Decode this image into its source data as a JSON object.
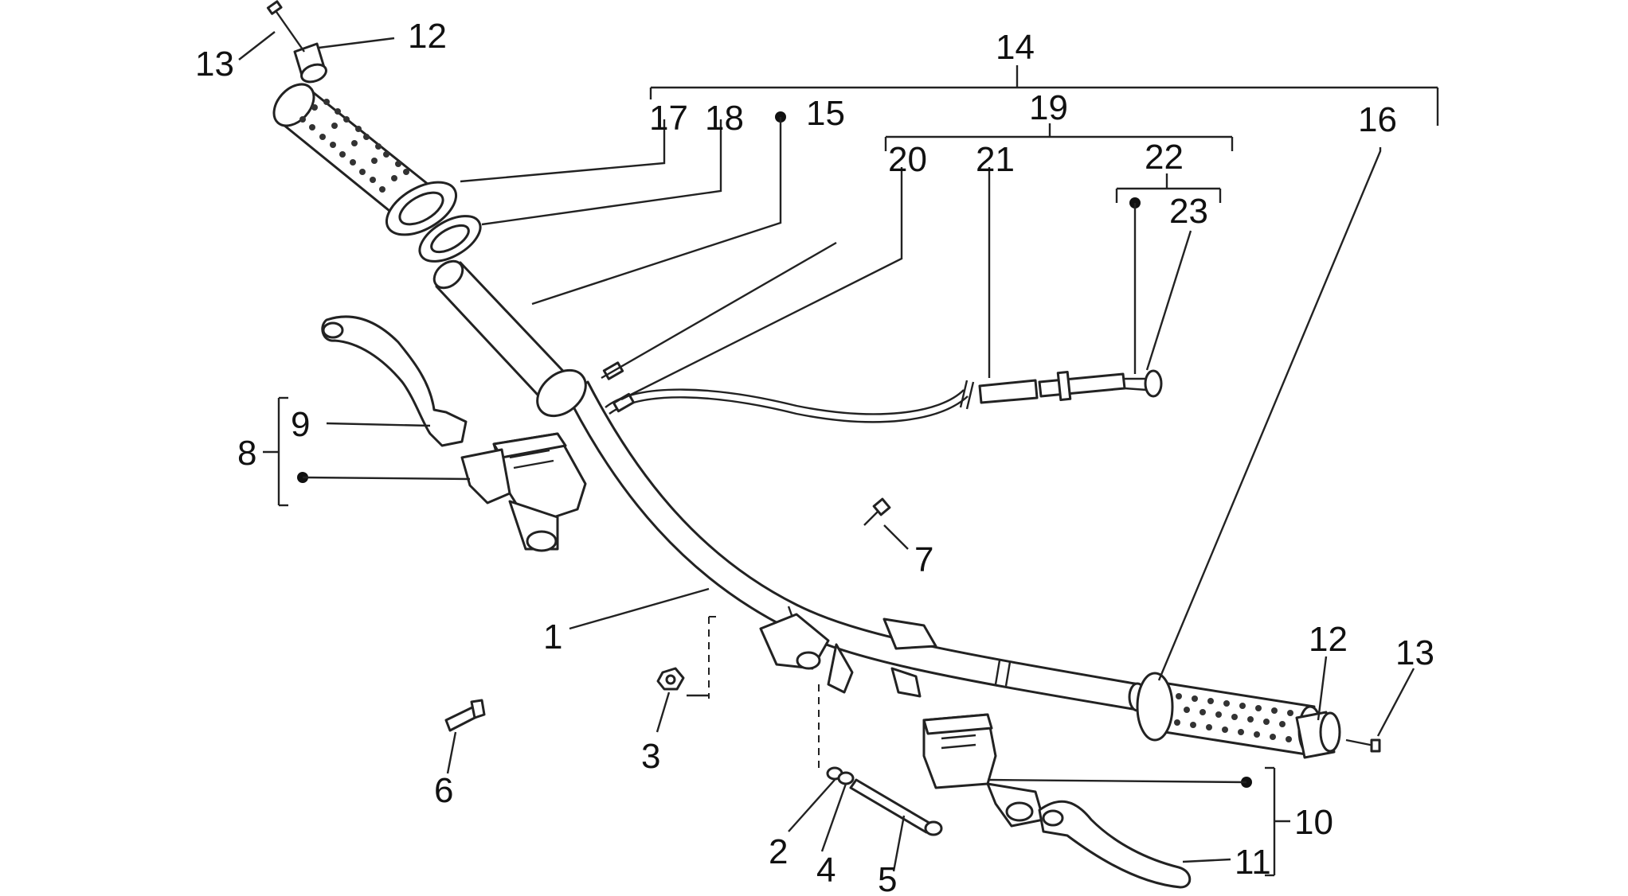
{
  "diagram": {
    "callouts": [
      {
        "id": "c13a",
        "text": "13"
      },
      {
        "id": "c12a",
        "text": "12"
      },
      {
        "id": "c14",
        "text": "14"
      },
      {
        "id": "c17",
        "text": "17"
      },
      {
        "id": "c18",
        "text": "18"
      },
      {
        "id": "c15",
        "text": "15"
      },
      {
        "id": "c19",
        "text": "19"
      },
      {
        "id": "c16",
        "text": "16"
      },
      {
        "id": "c20",
        "text": "20"
      },
      {
        "id": "c21",
        "text": "21"
      },
      {
        "id": "c22",
        "text": "22"
      },
      {
        "id": "c23",
        "text": "23"
      },
      {
        "id": "c9",
        "text": "9"
      },
      {
        "id": "c8",
        "text": "8"
      },
      {
        "id": "c7",
        "text": "7"
      },
      {
        "id": "c1",
        "text": "1"
      },
      {
        "id": "c12b",
        "text": "12"
      },
      {
        "id": "c13b",
        "text": "13"
      },
      {
        "id": "c3",
        "text": "3"
      },
      {
        "id": "c6",
        "text": "6"
      },
      {
        "id": "c2",
        "text": "2"
      },
      {
        "id": "c4",
        "text": "4"
      },
      {
        "id": "c5",
        "text": "5"
      },
      {
        "id": "c10",
        "text": "10"
      },
      {
        "id": "c11",
        "text": "11"
      }
    ]
  }
}
